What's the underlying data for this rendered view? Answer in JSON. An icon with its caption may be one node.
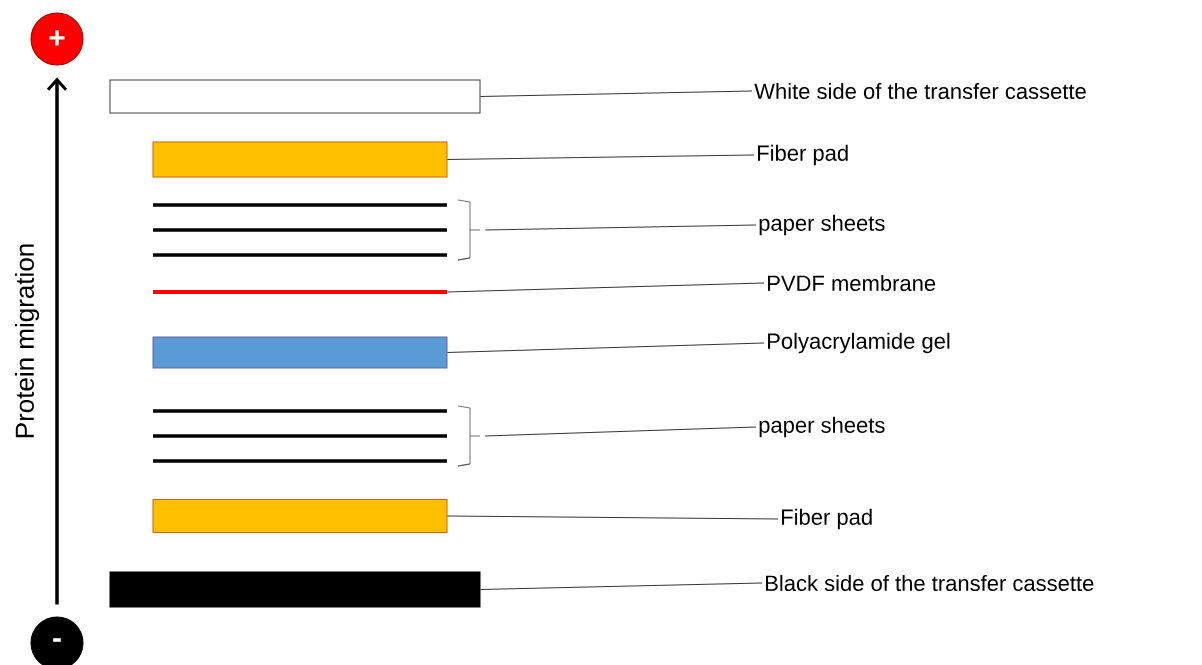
{
  "diagram": {
    "nodes": [
      {
        "text": [
          "+"
        ]
      },
      {
        "text": [],
        "shape": "box"
      },
      {
        "text": [
          "White side of the transfer cassette"
        ]
      },
      {
        "text": [],
        "shape": "box"
      },
      {
        "text": [
          "Fiber pad"
        ]
      },
      {
        "text": [],
        "shape": "bar"
      },
      {
        "text": [
          "paper sheets"
        ]
      },
      {
        "text": [],
        "shape": "bar"
      },
      {
        "text": [
          "PVDF membrane"
        ]
      },
      {
        "text": [],
        "shape": "box"
      },
      {
        "text": [
          "Polyacrylamide gel"
        ]
      },
      {
        "text": [],
        "shape": "bar"
      },
      {
        "text": [
          "paper sheets"
        ]
      },
      {
        "text": [],
        "shape": "box"
      },
      {
        "text": [
          "Fiber pad"
        ]
      },
      {
        "text": [],
        "shape": "box"
      },
      {
        "text": [
          "Black side of the transfer cassette"
        ]
      },
      {
        "text": [
          "-"
        ]
      }
    ],
    "edges": [
      {
        "from": 17,
        "to": 0,
        "arrow": "to",
        "label": "Protein migration",
        "style": "thick"
      },
      {
        "from": 2,
        "to": 1,
        "arrow": "none"
      },
      {
        "from": 4,
        "to": 3,
        "arrow": "none"
      },
      {
        "from": 6,
        "to": 5,
        "arrow": "none"
      },
      {
        "from": 8,
        "to": 7,
        "arrow": "none"
      },
      {
        "from": 10,
        "to": 9,
        "arrow": "none"
      },
      {
        "from": 12,
        "to": 11,
        "arrow": "none"
      },
      {
        "from": 14,
        "to": 13,
        "arrow": "none"
      },
      {
        "from": 16,
        "to": 15,
        "arrow": "none"
      }
    ]
  }
}
